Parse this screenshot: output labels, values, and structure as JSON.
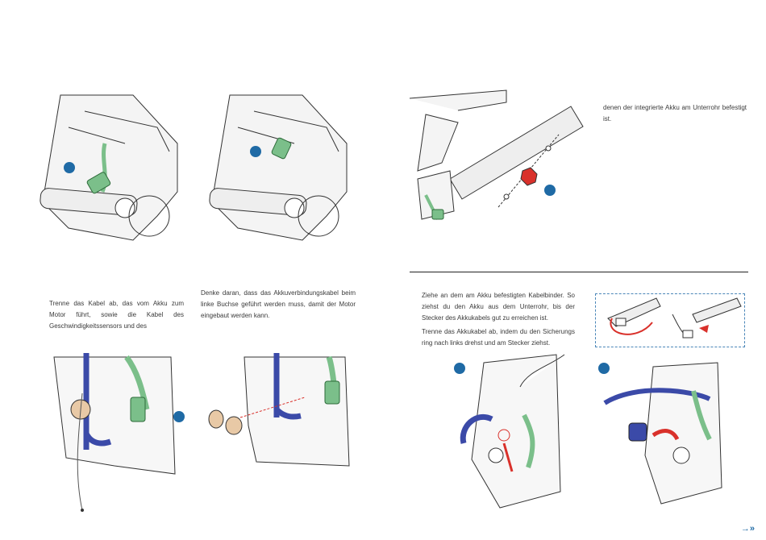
{
  "texts": {
    "col1": "Trenne das Kabel ab, das vom Akku zum Motor führt, sowie die Kabel des Geschwindigkeitssensors und des",
    "col2": "Denke daran, dass das Akkuverbindungskabel beim linke Buchse geführt werden muss, damit der Motor eingebaut werden kann.",
    "col3_top": "denen der integrierte Akku am Unterrohr befestigt ist.",
    "col3_para1": "Ziehe an dem am Akku befestigten Kabelbinder. So ziehst du den Akku aus dem Unterrohr, bis der Stecker des Akkukabels gut zu erreichen ist.",
    "col3_para2": "Trenne das Akkukabel ab, indem du den Sicherungs ring nach links drehst und am Stecker ziehst."
  },
  "nav_icon": "double-chevron-right-icon",
  "colors": {
    "accent": "#1f6aa5",
    "cable_green": "#7bbf8a",
    "cable_blue": "#3b4aa8",
    "arrow_red": "#d9312b",
    "tan": "#e8c9a6"
  }
}
